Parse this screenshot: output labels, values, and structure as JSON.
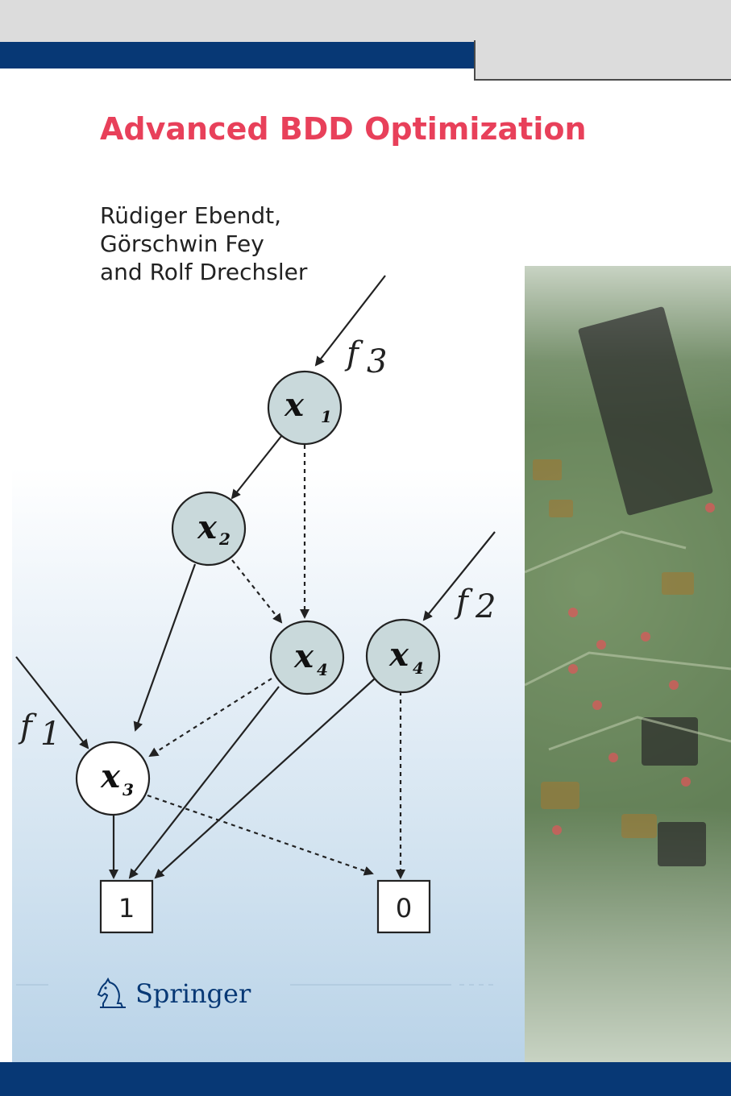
{
  "book": {
    "title": "Advanced BDD Optimization",
    "authors": [
      "Rüdiger Ebendt,",
      "Görschwin Fey",
      "and Rolf Drechsler"
    ],
    "publisher": "Springer"
  },
  "colors": {
    "brand_blue": "#073875",
    "title_red": "#e8405a",
    "node_fill": "#c9d9db"
  },
  "diagram": {
    "nodes": [
      {
        "var": "x",
        "sub": "1"
      },
      {
        "var": "x",
        "sub": "2"
      },
      {
        "var": "x",
        "sub": "4"
      },
      {
        "var": "x",
        "sub": "4"
      },
      {
        "var": "x",
        "sub": "3"
      }
    ],
    "terminals": [
      "1",
      "0"
    ],
    "functions": [
      {
        "name": "f",
        "sub": "3"
      },
      {
        "name": "f",
        "sub": "2"
      },
      {
        "name": "f",
        "sub": "1"
      }
    ]
  }
}
